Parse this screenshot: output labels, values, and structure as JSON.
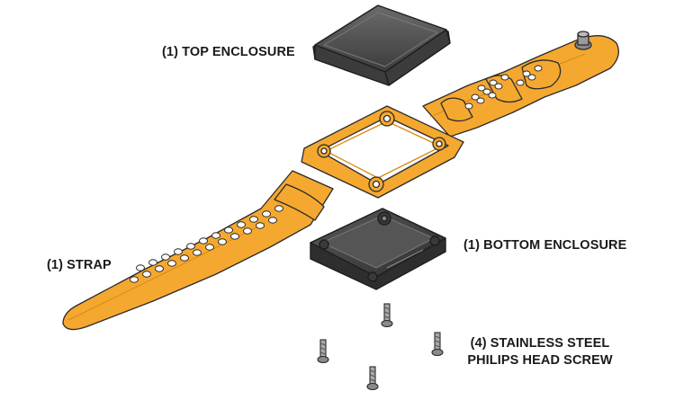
{
  "labels": {
    "top_enclosure": "(1) TOP ENCLOSURE",
    "bottom_enclosure": "(1) BOTTOM ENCLOSURE",
    "strap": "(1) STRAP",
    "screw_line1": "(4) STAINLESS STEEL",
    "screw_line2": "PHILIPS HEAD SCREW"
  },
  "colors": {
    "strap_fill": "#F5A830",
    "strap_shade": "#D98A12",
    "outline": "#2b2b2b",
    "enclosure_dark": "#4a4a4a",
    "enclosure_light": "#6a6a6a",
    "screw_fill": "#9a9a9a"
  }
}
